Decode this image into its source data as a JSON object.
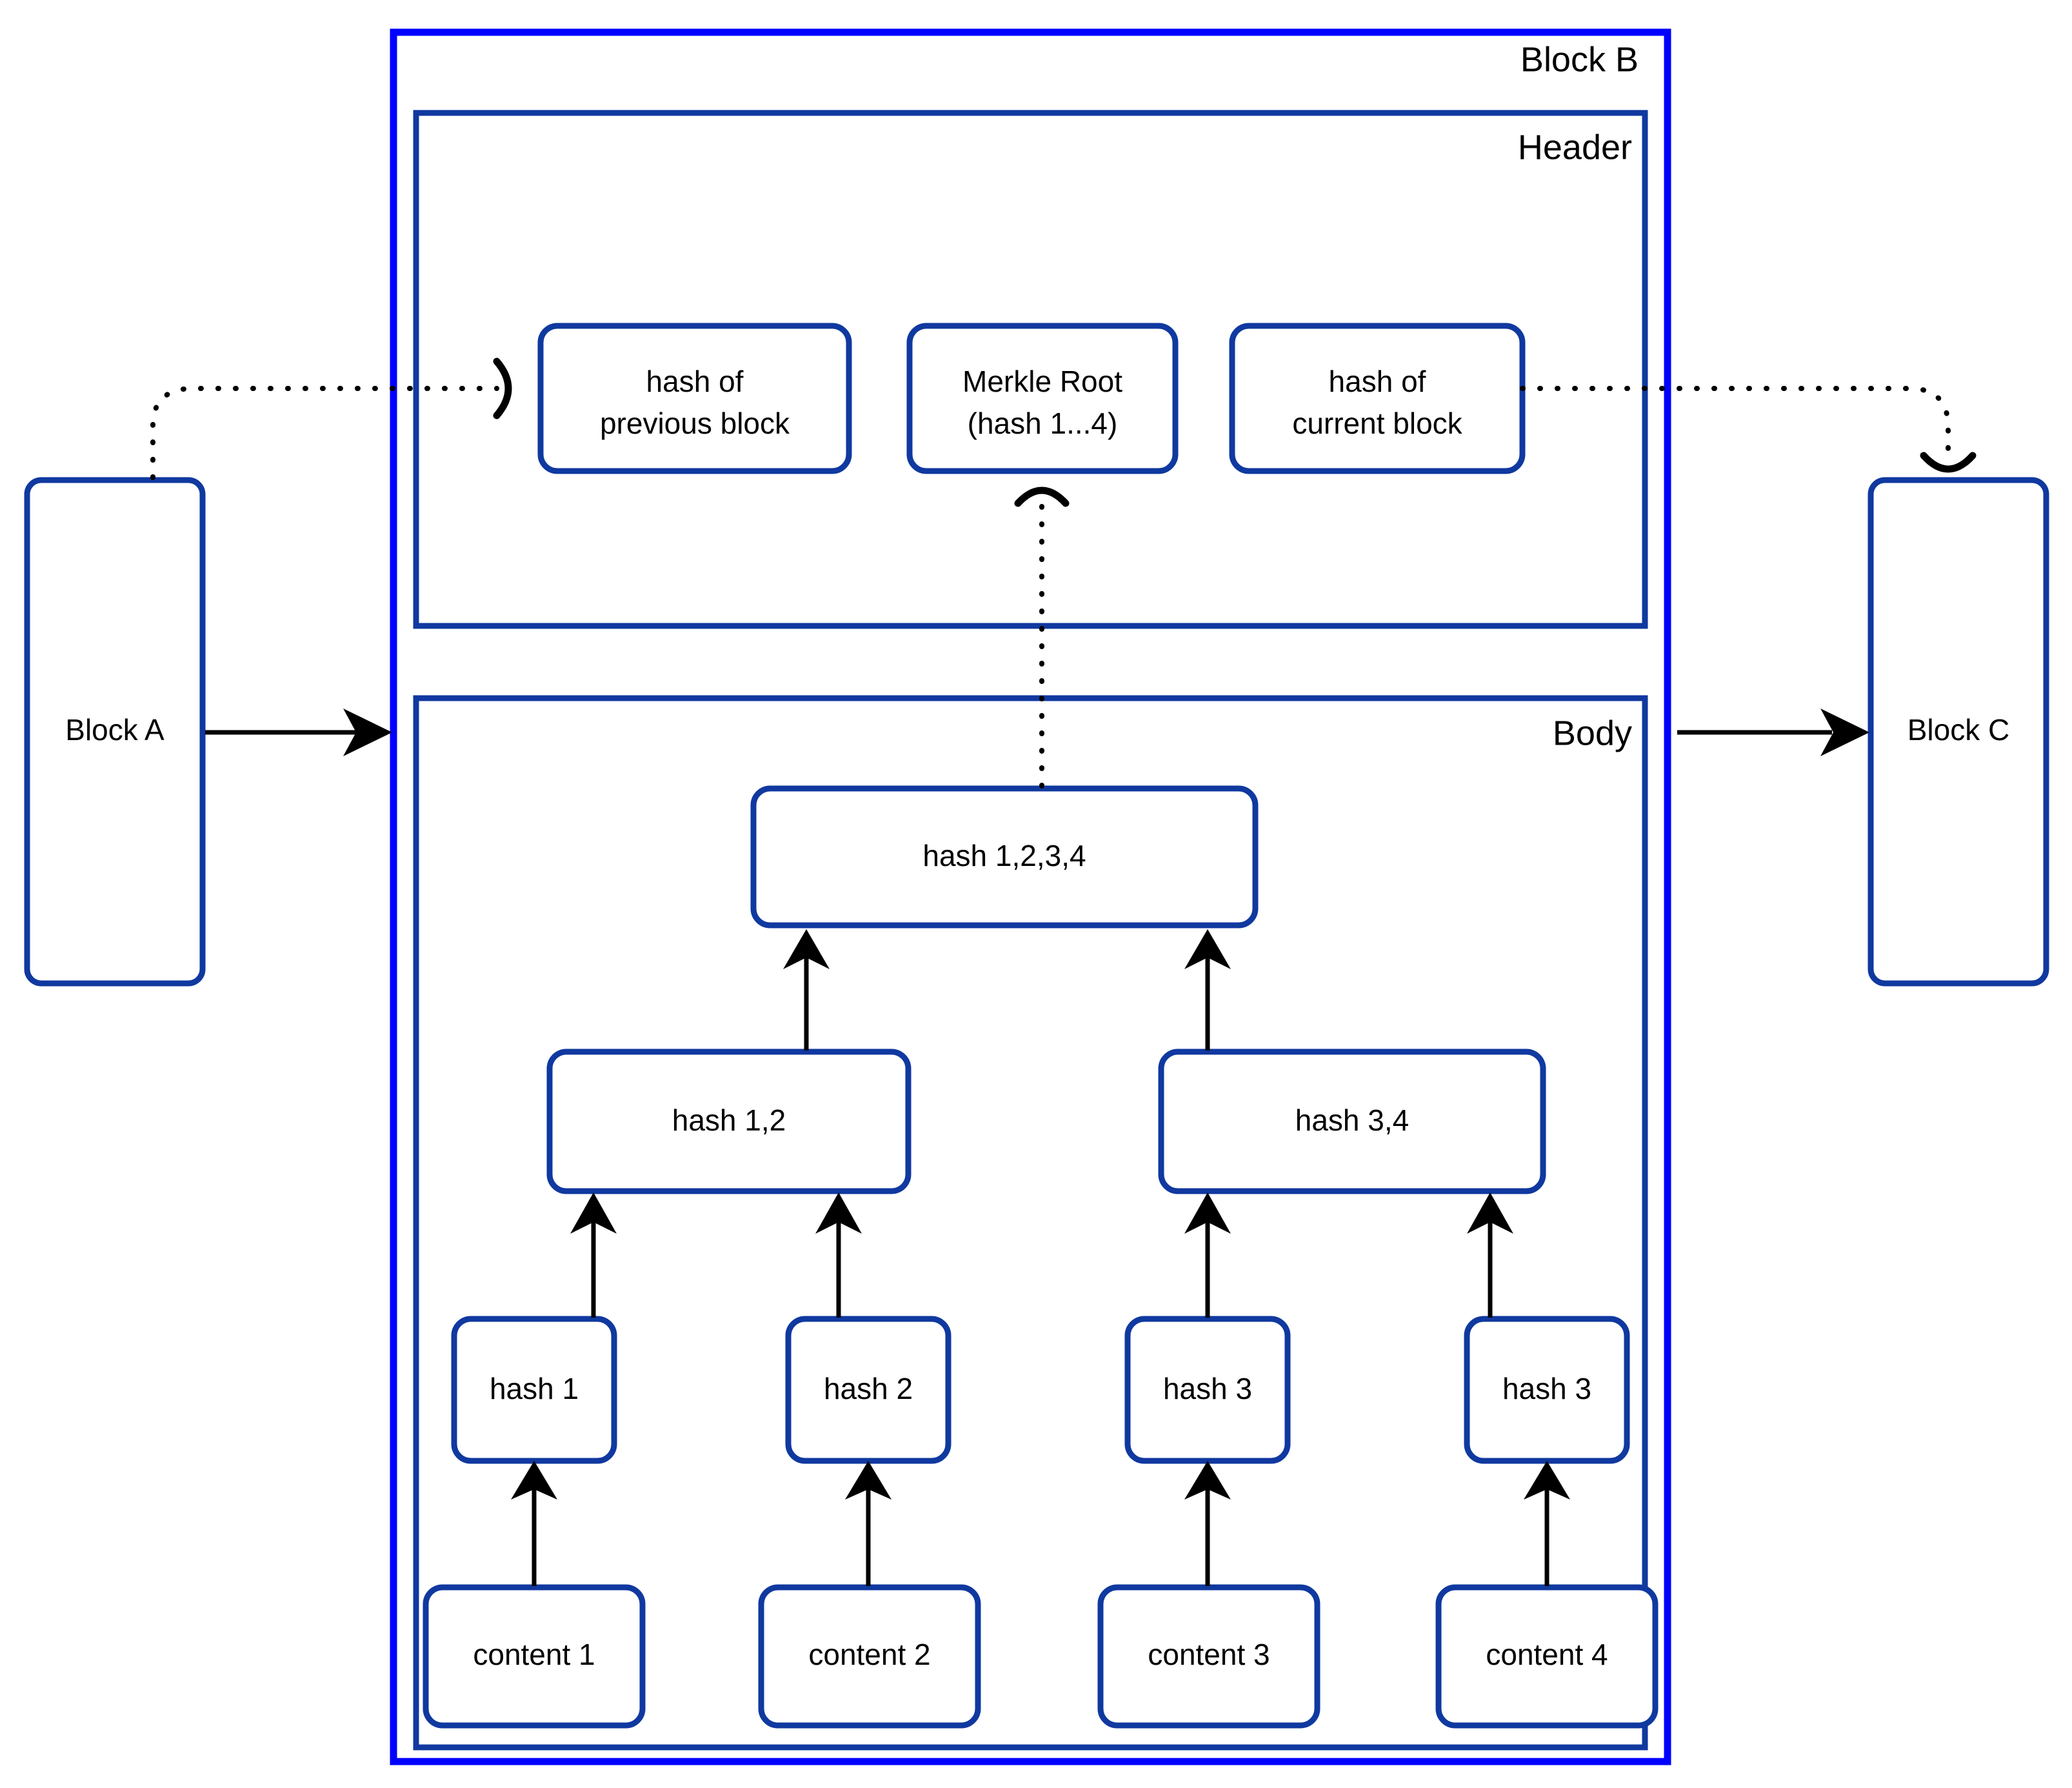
{
  "diagram": {
    "title": "Blockchain block structure with Merkle tree",
    "colors": {
      "outer_block_border": "#0000FF",
      "box_border": "#1039A0",
      "box_fill": "#FFFFFF",
      "connector": "#000000",
      "text": "#000000"
    }
  },
  "blocks": {
    "previous": {
      "label": "Block A"
    },
    "current": {
      "label": "Block B"
    },
    "next": {
      "label": "Block C"
    }
  },
  "sections": {
    "header": {
      "label": "Header"
    },
    "body": {
      "label": "Body"
    }
  },
  "header_fields": [
    {
      "id": "prev-hash",
      "line1": "hash of",
      "line2": "previous block"
    },
    {
      "id": "merkle-root",
      "line1": "Merkle Root",
      "line2": "(hash 1...4)"
    },
    {
      "id": "current-hash",
      "line1": "hash of",
      "line2": "current block"
    }
  ],
  "merkle_tree": {
    "root": {
      "id": "hash-1234",
      "label": "hash 1,2,3,4"
    },
    "level2": [
      {
        "id": "hash-12",
        "label": "hash 1,2"
      },
      {
        "id": "hash-34",
        "label": "hash 3,4"
      }
    ],
    "leaves": [
      {
        "id": "hash-1",
        "label": "hash 1"
      },
      {
        "id": "hash-2",
        "label": "hash 2"
      },
      {
        "id": "hash-3",
        "label": "hash 3"
      },
      {
        "id": "hash-4",
        "label": "hash 3"
      }
    ],
    "contents": [
      {
        "id": "content-1",
        "label": "content 1"
      },
      {
        "id": "content-2",
        "label": "content 2"
      },
      {
        "id": "content-3",
        "label": "content 3"
      },
      {
        "id": "content-4",
        "label": "content 4"
      }
    ]
  },
  "connectors": {
    "block_a_to_b": {
      "style": "solid-arrow"
    },
    "block_b_to_c": {
      "style": "solid-arrow"
    },
    "block_a_to_prev_hash": {
      "style": "dotted-open-arrow"
    },
    "current_hash_to_block_c": {
      "style": "dotted-open-arrow"
    },
    "root_to_merkle_root": {
      "style": "dotted-open-arrow"
    }
  }
}
